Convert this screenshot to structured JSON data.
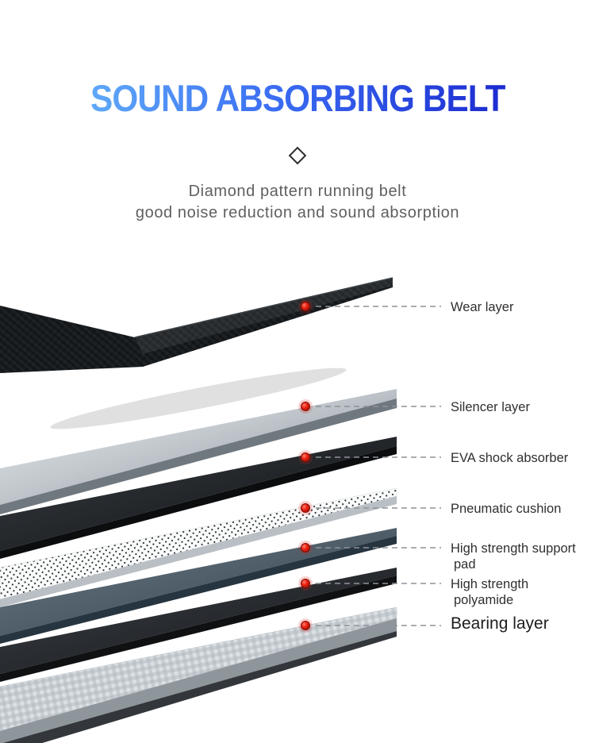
{
  "header": {
    "title": "SOUND ABSORBING BELT",
    "subtitle_line1": "Diamond pattern running belt",
    "subtitle_line2": "good noise reduction and sound absorption"
  },
  "colors": {
    "title_gradient_start": "#5fa9f8",
    "title_gradient_end": "#1c2bd0",
    "accent_red": "#d81e10",
    "label_text": "#2f2f2f",
    "subtitle_text": "#5f5f5f"
  },
  "icons": {
    "diamond_icon": "diamond-outline",
    "marker_icon": "red-dot-marker"
  },
  "layers": [
    {
      "name": "wear-layer",
      "label": "Wear layer",
      "material_color": "#15181b"
    },
    {
      "name": "silencer-layer",
      "label": "Silencer layer",
      "material_color": "#c2c8cd"
    },
    {
      "name": "eva-shock-absorber",
      "label": "EVA shock absorber",
      "material_color": "#1b1e21"
    },
    {
      "name": "pneumatic-cushion",
      "label": "Pneumatic cushion",
      "material_color": "#fafbfb"
    },
    {
      "name": "high-strength-support-pad",
      "label": "High strength support",
      "label2": "pad",
      "material_color": "#4e5f6d"
    },
    {
      "name": "high-strength-polyamide",
      "label": "High strength",
      "label2": "polyamide",
      "material_color": "#26292d"
    },
    {
      "name": "bearing-layer",
      "label": "Bearing layer",
      "material_color": "#d5dade"
    }
  ]
}
